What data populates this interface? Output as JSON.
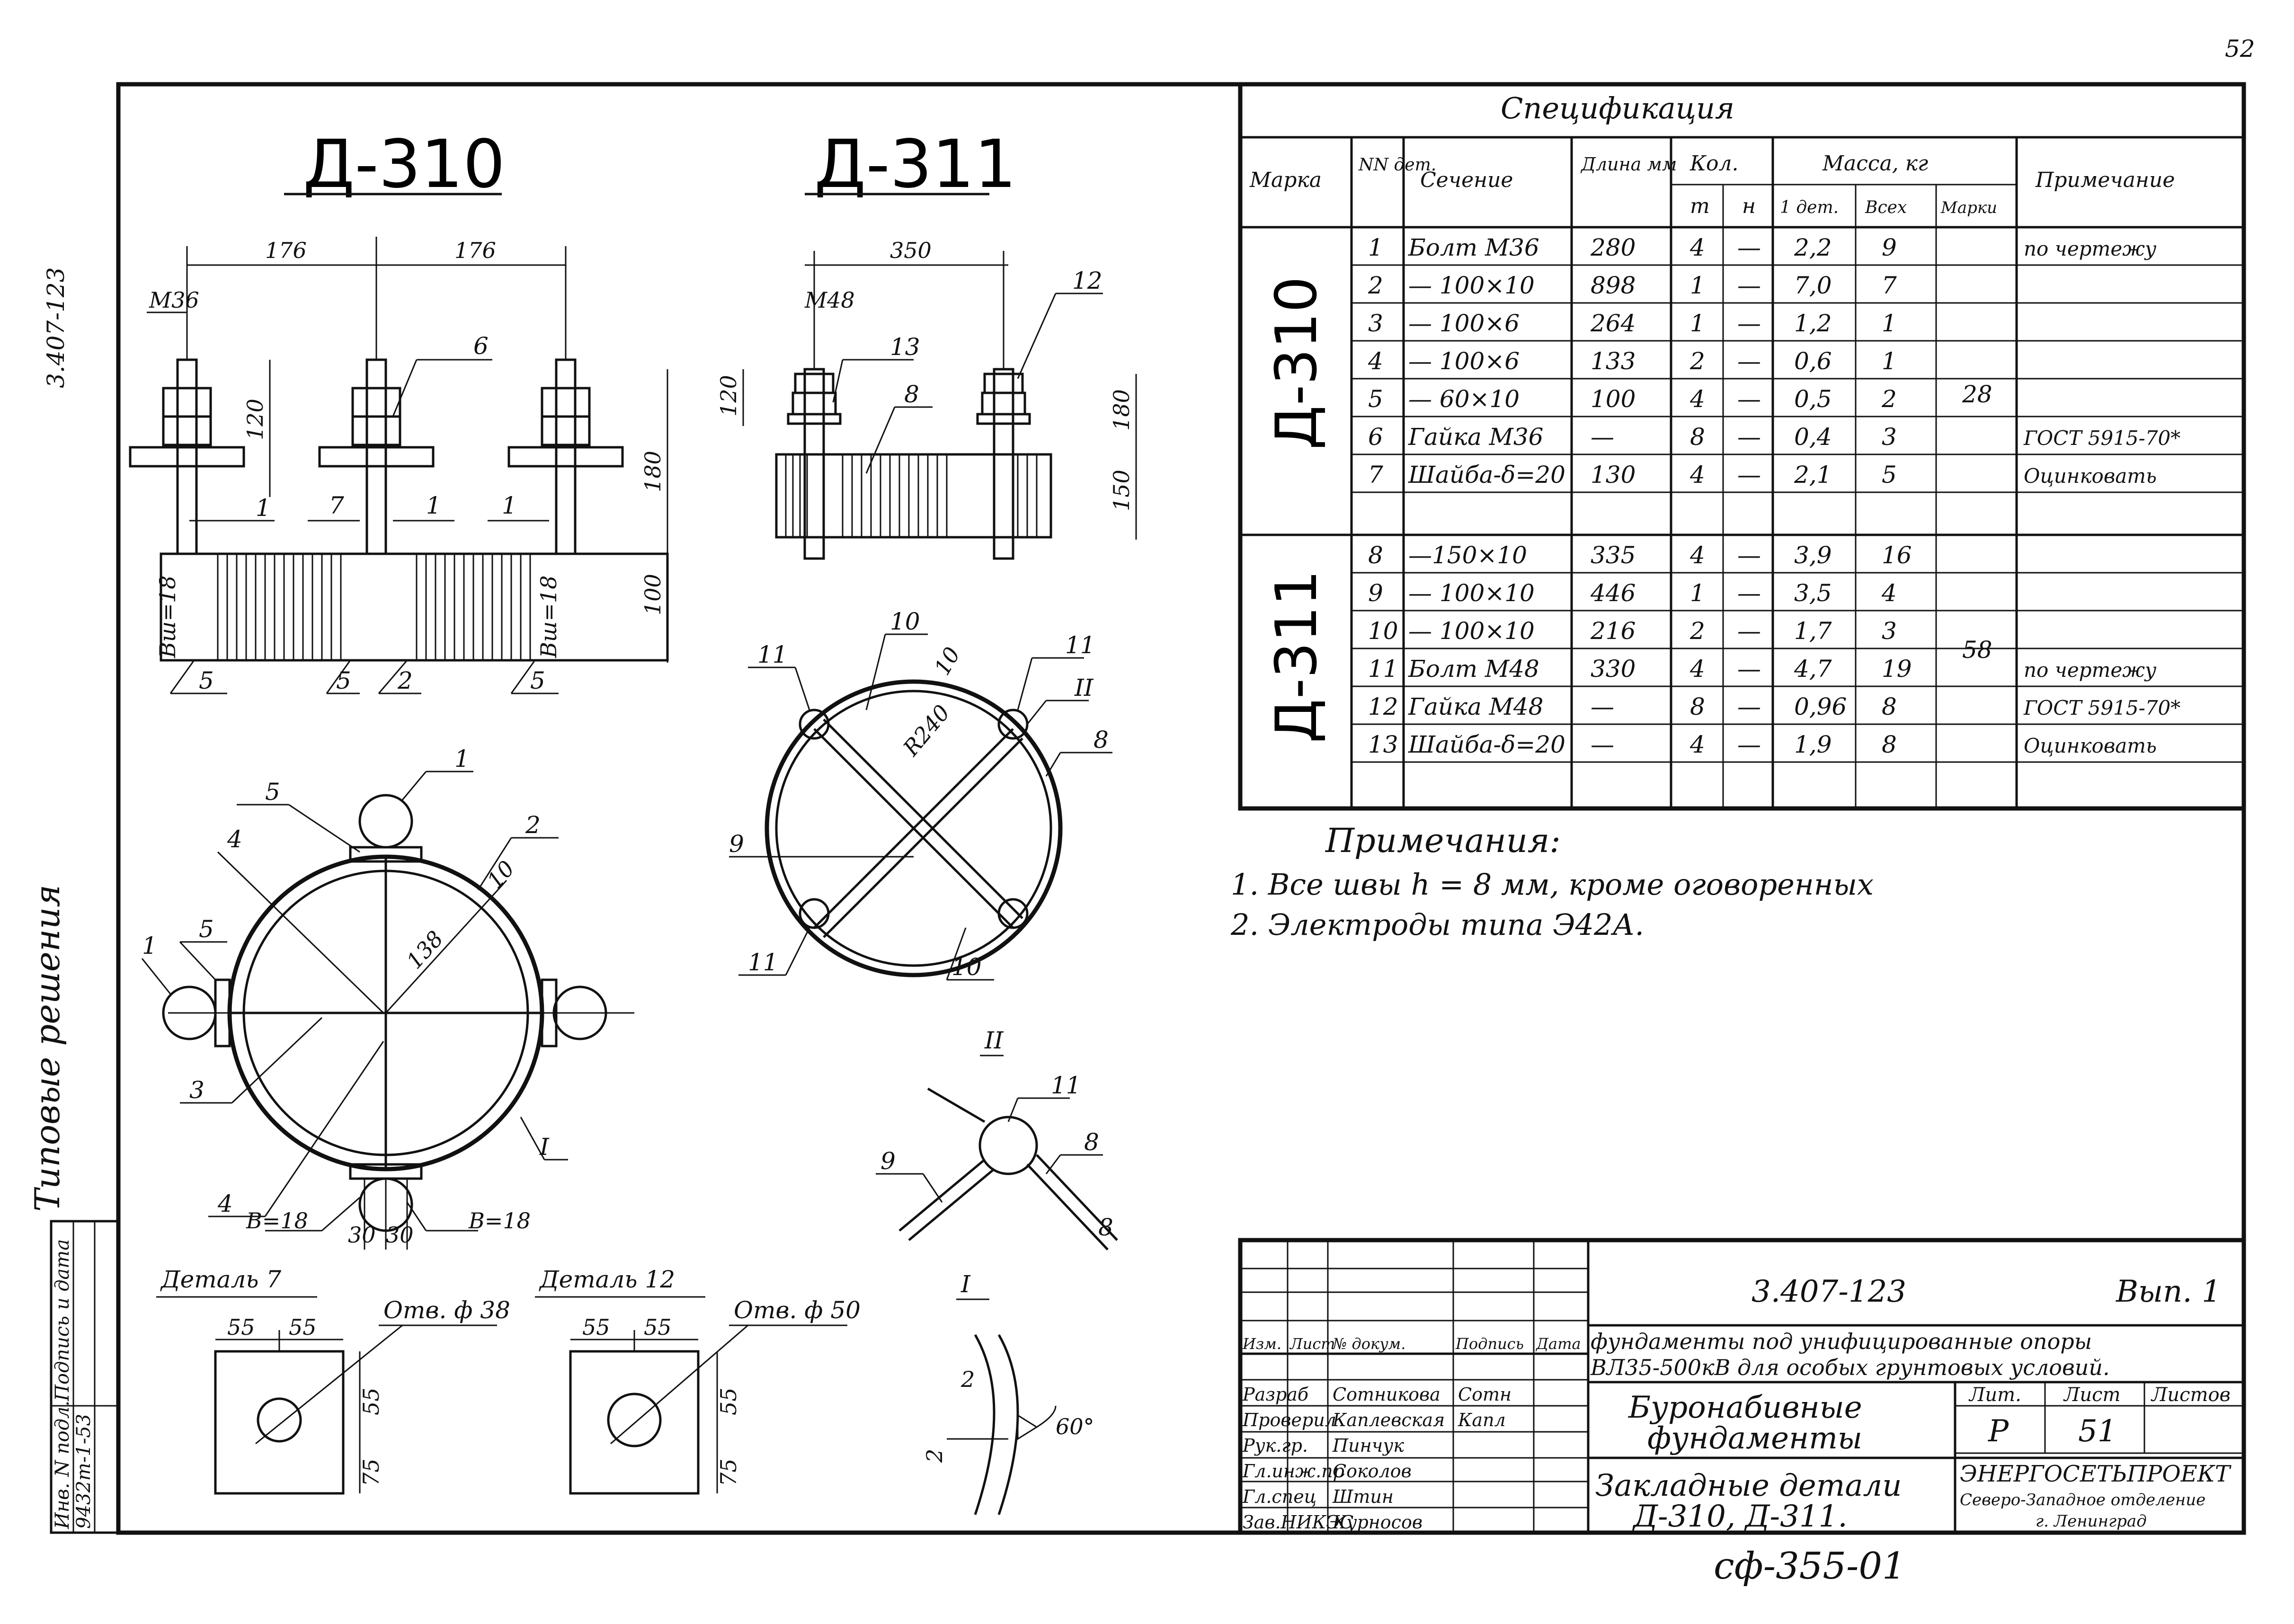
{
  "page_number": "52",
  "side": {
    "doc_code": "3.407-123",
    "series": "Типовые решения",
    "inv_label": "Инв. N подл.",
    "sign_label": "Подпись и дата",
    "inv_value": "9432т-1-53"
  },
  "drawings": {
    "d310": {
      "title": "Д-310",
      "dims": {
        "span_left": "176",
        "span_right": "176",
        "bolt": "М36",
        "h_top": "120",
        "h_mid": "180",
        "h_bot": "100",
        "rod_dia_l": "Вш=18",
        "rod_dia_r": "Вш=18"
      },
      "callouts": [
        "6",
        "1",
        "7",
        "1",
        "1",
        "5",
        "5",
        "2",
        "5"
      ]
    },
    "d311": {
      "title": "Д-311",
      "dims": {
        "span": "350",
        "bolt": "М48",
        "h_top": "120",
        "h_mid": "180",
        "h_bot": "150"
      },
      "callouts": [
        "12",
        "13",
        "8"
      ]
    },
    "plan310": {
      "callouts": [
        "1",
        "5",
        "2",
        "4",
        "10",
        "138",
        "1",
        "5",
        "3",
        "4",
        "I"
      ],
      "weld_l": "В=18",
      "weld_r": "В=18",
      "gap_l": "30",
      "gap_r": "30"
    },
    "plan311": {
      "callouts": [
        "10",
        "11",
        "11",
        "II",
        "8",
        "9",
        "11",
        "10"
      ],
      "radius": "R240",
      "thickness": "10"
    },
    "detail7": {
      "title": "Деталь 7",
      "w1": "55",
      "w2": "55",
      "hole": "Отв. ф 38",
      "h1": "55",
      "h2": "75"
    },
    "detail12": {
      "title": "Деталь 12",
      "w1": "55",
      "w2": "55",
      "hole": "Отв. ф 50",
      "h1": "55",
      "h2": "75"
    },
    "node2": {
      "title": "II",
      "callouts": [
        "11",
        "9",
        "8",
        "8"
      ]
    },
    "node1": {
      "title": "I",
      "weld": "2",
      "angle": "60°",
      "gap": "2"
    }
  },
  "spec": {
    "title": "Спецификация",
    "headers": {
      "marka": "Марка",
      "nn": "NN дет.",
      "sechenie": "Сечение",
      "dlina": "Длина мм",
      "kol": "Кол.",
      "t": "т",
      "n": "н",
      "massa": "Масса, кг",
      "odet": "1 дет.",
      "vsex": "Всех",
      "marki": "Марки",
      "prim": "Примечание"
    },
    "groups": [
      {
        "marka": "Д-310",
        "mass_marki": "28",
        "rows": [
          {
            "nn": "1",
            "sech": "Болт М36",
            "len": "280",
            "t": "4",
            "n": "—",
            "m1": "2,2",
            "mall": "9",
            "prim": "по чертежу"
          },
          {
            "nn": "2",
            "sech": "— 100×10",
            "len": "898",
            "t": "1",
            "n": "—",
            "m1": "7,0",
            "mall": "7",
            "prim": ""
          },
          {
            "nn": "3",
            "sech": "— 100×6",
            "len": "264",
            "t": "1",
            "n": "—",
            "m1": "1,2",
            "mall": "1",
            "prim": ""
          },
          {
            "nn": "4",
            "sech": "— 100×6",
            "len": "133",
            "t": "2",
            "n": "—",
            "m1": "0,6",
            "mall": "1",
            "prim": ""
          },
          {
            "nn": "5",
            "sech": "— 60×10",
            "len": "100",
            "t": "4",
            "n": "—",
            "m1": "0,5",
            "mall": "2",
            "prim": ""
          },
          {
            "nn": "6",
            "sech": "Гайка М36",
            "len": "—",
            "t": "8",
            "n": "—",
            "m1": "0,4",
            "mall": "3",
            "prim": "ГОСТ 5915-70*"
          },
          {
            "nn": "7",
            "sech": "Шайба-δ=20",
            "len": "130",
            "t": "4",
            "n": "—",
            "m1": "2,1",
            "mall": "5",
            "prim": "Оцинковать"
          }
        ]
      },
      {
        "marka": "Д-311",
        "mass_marki": "58",
        "rows": [
          {
            "nn": "8",
            "sech": "—150×10",
            "len": "335",
            "t": "4",
            "n": "—",
            "m1": "3,9",
            "mall": "16",
            "prim": ""
          },
          {
            "nn": "9",
            "sech": "— 100×10",
            "len": "446",
            "t": "1",
            "n": "—",
            "m1": "3,5",
            "mall": "4",
            "prim": ""
          },
          {
            "nn": "10",
            "sech": "— 100×10",
            "len": "216",
            "t": "2",
            "n": "—",
            "m1": "1,7",
            "mall": "3",
            "prim": ""
          },
          {
            "nn": "11",
            "sech": "Болт М48",
            "len": "330",
            "t": "4",
            "n": "—",
            "m1": "4,7",
            "mall": "19",
            "prim": "по чертежу"
          },
          {
            "nn": "12",
            "sech": "Гайка М48",
            "len": "—",
            "t": "8",
            "n": "—",
            "m1": "0,96",
            "mall": "8",
            "prim": "ГОСТ 5915-70*"
          },
          {
            "nn": "13",
            "sech": "Шайба-δ=20",
            "len": "—",
            "t": "4",
            "n": "—",
            "m1": "1,9",
            "mall": "8",
            "prim": "Оцинковать"
          }
        ]
      }
    ]
  },
  "notes": {
    "title": "Примечания:",
    "items": [
      "1. Все швы h = 8 мм, кроме оговоренных",
      "2. Электроды типа Э42А."
    ]
  },
  "title_block": {
    "code": "3.407-123",
    "issue": "Вып. 1",
    "project_l1": "фундаменты под унифицированные опоры",
    "project_l2": "ВЛ35-500кВ для особых грунтовых условий.",
    "cols": {
      "izm": "Изм.",
      "list": "Лист",
      "ndok": "№ докум.",
      "podp": "Подпись",
      "data": "Дата"
    },
    "staff": [
      {
        "role": "Разраб",
        "name": "Сотникова",
        "sign": "Сотн"
      },
      {
        "role": "Проверил",
        "name": "Каплевская",
        "sign": "Капл"
      },
      {
        "role": "Рук.гр.",
        "name": "Пинчук",
        "sign": ""
      },
      {
        "role": "Гл.инж.пр",
        "name": "Соколов",
        "sign": ""
      },
      {
        "role": "Гл.спец",
        "name": "Штин",
        "sign": ""
      },
      {
        "role": "Зав.НИКЭС",
        "name": "Курносов",
        "sign": ""
      }
    ],
    "object_l1": "Буронабивные",
    "object_l2": "фундаменты",
    "sheet_l1": "Закладные детали",
    "sheet_l2": "Д-310, Д-311.",
    "lit_label": "Лит.",
    "list_label": "Лист",
    "listov_label": "Листов",
    "lit": "Р",
    "list": "51",
    "org_l1": "ЭНЕРГОСЕТЬПРОЕКТ",
    "org_l2": "Северо-Западное отделение",
    "org_l3": "г. Ленинград",
    "bottom_code": "сф-355-01"
  }
}
